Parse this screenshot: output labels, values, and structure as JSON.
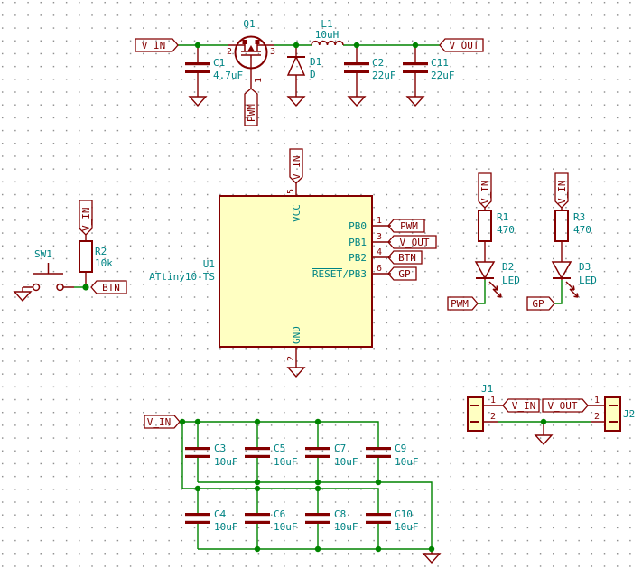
{
  "colors": {
    "wire": "#008400",
    "symbol_outline": "#840000",
    "annotation_text": "#008484",
    "net_label_text": "#840000",
    "symbol_fill": "#FFFFC2"
  },
  "power_stage": {
    "net_in": "V_IN",
    "net_out": "V_OUT",
    "net_pwm": "PWM",
    "q1": {
      "ref": "Q1",
      "pin_left": "2",
      "pin_right": "3",
      "pin_bottom": "1"
    },
    "c1": {
      "ref": "C1",
      "value": "4.7uF"
    },
    "d1": {
      "ref": "D1",
      "value": "D"
    },
    "l1": {
      "ref": "L1",
      "value": "10uH"
    },
    "c2": {
      "ref": "C2",
      "value": "22uF"
    },
    "c11": {
      "ref": "C11",
      "value": "22uF"
    }
  },
  "mcu": {
    "ref": "U1",
    "value": "ATtiny10-TS",
    "vcc": {
      "name": "VCC",
      "number": "5",
      "net": "V_IN"
    },
    "gnd": {
      "name": "GND",
      "number": "2"
    },
    "right_pins": [
      {
        "name": "PB0",
        "number": "1",
        "net": "PWM"
      },
      {
        "name": "PB1",
        "number": "3",
        "net": "V_OUT"
      },
      {
        "name": "PB2",
        "number": "4",
        "net": "BTN"
      },
      {
        "name_base": "RESET",
        "name_rest": "/PB3",
        "number": "6",
        "net": "GP"
      }
    ]
  },
  "button_circuit": {
    "sw": {
      "ref": "SW1"
    },
    "r": {
      "ref": "R2",
      "value": "10k"
    },
    "net_top": "V_IN",
    "net_out": "BTN"
  },
  "led_circuits": [
    {
      "r": {
        "ref": "R1",
        "value": "470"
      },
      "d": {
        "ref": "D2",
        "value": "LED"
      },
      "net_top": "V_IN",
      "net_bottom": "PWM"
    },
    {
      "r": {
        "ref": "R3",
        "value": "470"
      },
      "d": {
        "ref": "D3",
        "value": "LED"
      },
      "net_top": "V_IN",
      "net_bottom": "GP"
    }
  ],
  "cap_bank": {
    "net": "V_IN",
    "top_row": [
      {
        "ref": "C3",
        "value": "10uF"
      },
      {
        "ref": "C5",
        "value": "10uF"
      },
      {
        "ref": "C7",
        "value": "10uF"
      },
      {
        "ref": "C9",
        "value": "10uF"
      }
    ],
    "bottom_row": [
      {
        "ref": "C4",
        "value": "10uF"
      },
      {
        "ref": "C6",
        "value": "10uF"
      },
      {
        "ref": "C8",
        "value": "10uF"
      },
      {
        "ref": "C10",
        "value": "10uF"
      }
    ]
  },
  "connectors": {
    "j1": {
      "ref": "J1",
      "pin1": "1",
      "pin2": "2"
    },
    "j2": {
      "ref": "J2",
      "pin1": "1",
      "pin2": "2"
    },
    "net_pin1_left": "V_IN",
    "net_pin1_right": "V_OUT"
  }
}
